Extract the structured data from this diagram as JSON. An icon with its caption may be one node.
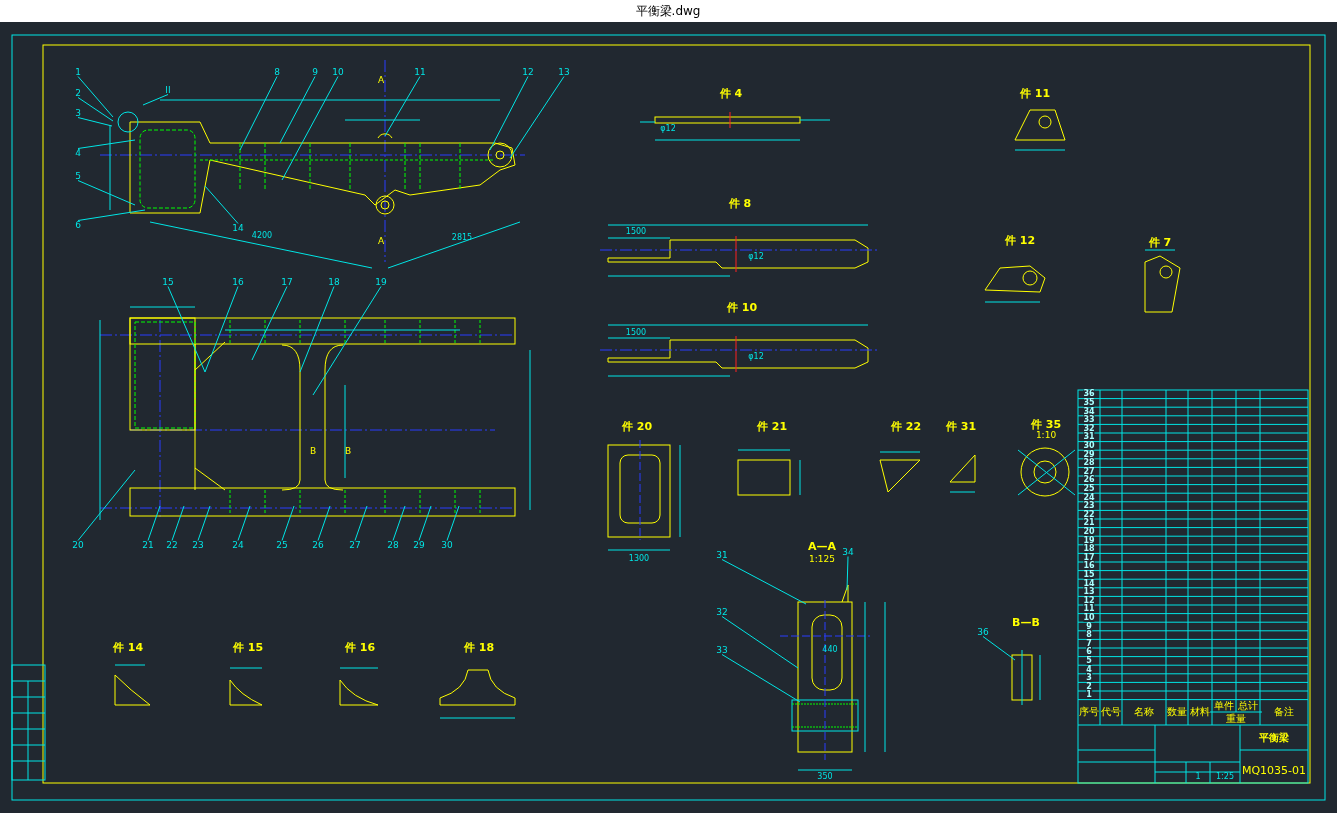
{
  "diagram": {
    "title": "平衡梁.dwg",
    "nodes": [
      {
        "text": [
          "1"
        ]
      },
      {
        "text": [
          "2"
        ]
      },
      {
        "text": [
          "3"
        ]
      },
      {
        "text": [
          "4"
        ]
      },
      {
        "text": [
          "5"
        ]
      },
      {
        "text": [
          "6"
        ]
      },
      {
        "text": [
          "8"
        ]
      },
      {
        "text": [
          "9"
        ]
      },
      {
        "text": [
          "10"
        ]
      },
      {
        "text": [
          "11"
        ]
      },
      {
        "text": [
          "12"
        ]
      },
      {
        "text": [
          "13"
        ]
      },
      {
        "text": [
          "14"
        ]
      },
      {
        "text": [
          "II"
        ]
      },
      {
        "text": [
          "15"
        ]
      },
      {
        "text": [
          "16"
        ]
      },
      {
        "text": [
          "17"
        ]
      },
      {
        "text": [
          "18"
        ]
      },
      {
        "text": [
          "19"
        ]
      },
      {
        "text": [
          "20"
        ]
      },
      {
        "text": [
          "21"
        ]
      },
      {
        "text": [
          "22"
        ]
      },
      {
        "text": [
          "23"
        ]
      },
      {
        "text": [
          "24"
        ]
      },
      {
        "text": [
          "25"
        ]
      },
      {
        "text": [
          "26"
        ]
      },
      {
        "text": [
          "27"
        ]
      },
      {
        "text": [
          "28"
        ]
      },
      {
        "text": [
          "29"
        ]
      },
      {
        "text": [
          "30"
        ]
      },
      {
        "text": [
          "31"
        ]
      },
      {
        "text": [
          "32"
        ]
      },
      {
        "text": [
          "33"
        ]
      },
      {
        "text": [
          "34"
        ]
      },
      {
        "text": [
          "36"
        ]
      }
    ],
    "edges": [
      {
        "from": 0,
        "to": null,
        "arrow": "none"
      },
      {
        "from": 1,
        "to": null,
        "arrow": "none"
      },
      {
        "from": 2,
        "to": null,
        "arrow": "none"
      },
      {
        "from": 3,
        "to": null,
        "arrow": "none"
      },
      {
        "from": 4,
        "to": null,
        "arrow": "none"
      },
      {
        "from": 5,
        "to": null,
        "arrow": "none"
      },
      {
        "from": 6,
        "to": null,
        "arrow": "none"
      },
      {
        "from": 7,
        "to": null,
        "arrow": "none"
      },
      {
        "from": 8,
        "to": null,
        "arrow": "none"
      },
      {
        "from": 9,
        "to": null,
        "arrow": "none"
      },
      {
        "from": 10,
        "to": null,
        "arrow": "none"
      },
      {
        "from": 11,
        "to": null,
        "arrow": "none"
      },
      {
        "from": 12,
        "to": null,
        "arrow": "none"
      },
      {
        "from": 13,
        "to": null,
        "arrow": "none"
      },
      {
        "from": 14,
        "to": null,
        "arrow": "none"
      },
      {
        "from": 15,
        "to": null,
        "arrow": "none"
      },
      {
        "from": 16,
        "to": null,
        "arrow": "none"
      },
      {
        "from": 17,
        "to": null,
        "arrow": "none"
      },
      {
        "from": 18,
        "to": null,
        "arrow": "none"
      },
      {
        "from": 19,
        "to": null,
        "arrow": "none"
      },
      {
        "from": 20,
        "to": null,
        "arrow": "none"
      },
      {
        "from": 21,
        "to": null,
        "arrow": "none"
      },
      {
        "from": 22,
        "to": null,
        "arrow": "none"
      },
      {
        "from": 23,
        "to": null,
        "arrow": "none"
      },
      {
        "from": 24,
        "to": null,
        "arrow": "none"
      },
      {
        "from": 25,
        "to": null,
        "arrow": "none"
      },
      {
        "from": 26,
        "to": null,
        "arrow": "none"
      },
      {
        "from": 27,
        "to": null,
        "arrow": "none"
      },
      {
        "from": 28,
        "to": null,
        "arrow": "none"
      },
      {
        "from": 29,
        "to": null,
        "arrow": "none"
      },
      {
        "from": 30,
        "to": null,
        "arrow": "none"
      },
      {
        "from": 31,
        "to": null,
        "arrow": "none"
      },
      {
        "from": 32,
        "to": null,
        "arrow": "none"
      },
      {
        "from": 33,
        "to": null,
        "arrow": "none"
      },
      {
        "from": 34,
        "to": null,
        "arrow": "none"
      }
    ],
    "labels": [
      "A",
      "A",
      "B",
      "B",
      "4200",
      "2815",
      "件 4",
      "φ12",
      "件 8",
      "1500",
      "φ12",
      "件 10",
      "1500",
      "φ12",
      "件 11",
      "件 12",
      "件 7",
      "件 20",
      "1300",
      "件 21",
      "件 22",
      "件 31",
      "件 35",
      "1:10",
      "A—A",
      "1:125",
      "440",
      "350",
      "B—B",
      "件 14",
      "件 15",
      "件 16",
      "件 18",
      "序号",
      "代号",
      "名称",
      "数量",
      "材料",
      "单件",
      "总计",
      "备注",
      "重量",
      "36",
      "35",
      "34",
      "33",
      "32",
      "31",
      "30",
      "29",
      "28",
      "27",
      "26",
      "25",
      "24",
      "23",
      "22",
      "21",
      "20",
      "19",
      "18",
      "17",
      "16",
      "15",
      "14",
      "13",
      "12",
      "11",
      "10",
      "9",
      "8",
      "7",
      "6",
      "5",
      "4",
      "3",
      "2",
      "1",
      "平衡梁",
      "1",
      "1:25",
      "MQ1035-01"
    ]
  }
}
